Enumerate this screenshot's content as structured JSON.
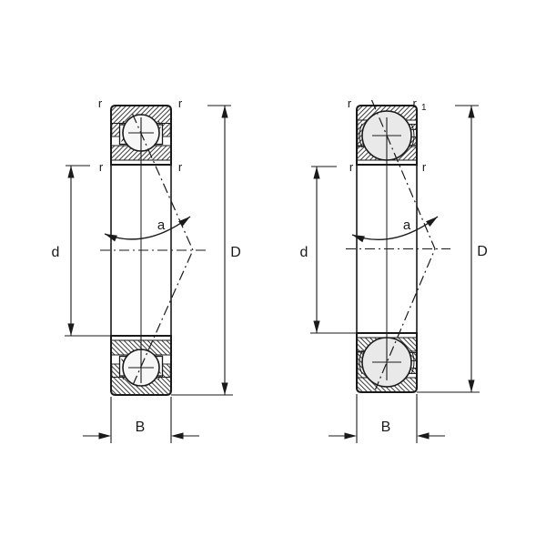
{
  "figure": {
    "left_bearing": {
      "labels": {
        "r_top_left": "r",
        "r_top_right": "r",
        "r_bottom_left": "r",
        "r_bottom_right": "r",
        "contact_angle": "a",
        "bore_diameter": "d",
        "outside_diameter": "D",
        "width": "B"
      }
    },
    "right_bearing": {
      "labels": {
        "r_top_left": "r",
        "r1_main": "r",
        "r1_sub": "1",
        "r_bottom_left": "r",
        "r_bottom_right": "r",
        "contact_angle": "a",
        "bore_diameter": "d",
        "outside_diameter": "D",
        "width": "B"
      }
    },
    "colors": {
      "line": "#1a1a1a",
      "background": "#ffffff",
      "left_ball_fill": "#f7f7f7",
      "right_ball_fill": "#e9e9e9"
    }
  }
}
